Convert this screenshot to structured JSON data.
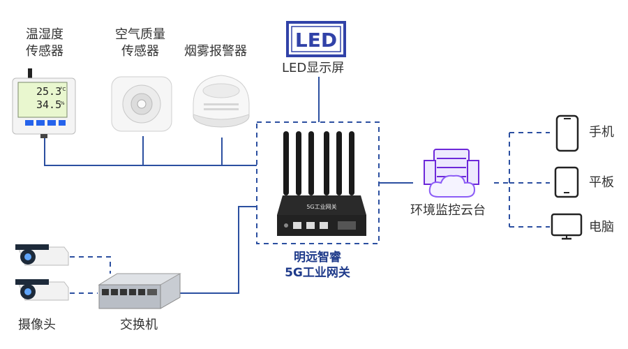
{
  "colors": {
    "accent": "#1f3f8f",
    "line": "#2b4fa0",
    "cloud": "#8b5cf6"
  },
  "nodes": {
    "temp_humidity": {
      "label_line1": "温湿度",
      "label_line2": "传感器",
      "screen_temp": "25.3",
      "screen_temp_unit": "°C",
      "screen_hum": "34.5",
      "screen_hum_unit": "%"
    },
    "air_quality": {
      "label_line1": "空气质量",
      "label_line2": "传感器"
    },
    "smoke_alarm": {
      "label": "烟雾报警器"
    },
    "led_display": {
      "label": "LED显示屏",
      "sign_text": "LED"
    },
    "gateway": {
      "title_line1": "明远智睿",
      "title_line2": "5G工业网关",
      "device_text": "5G工业网关"
    },
    "cloud": {
      "label": "环境监控云台"
    },
    "phone": {
      "label": "手机"
    },
    "tablet": {
      "label": "平板"
    },
    "pc": {
      "label": "电脑"
    },
    "camera": {
      "label": "摄像头"
    },
    "switch": {
      "label": "交换机"
    }
  }
}
